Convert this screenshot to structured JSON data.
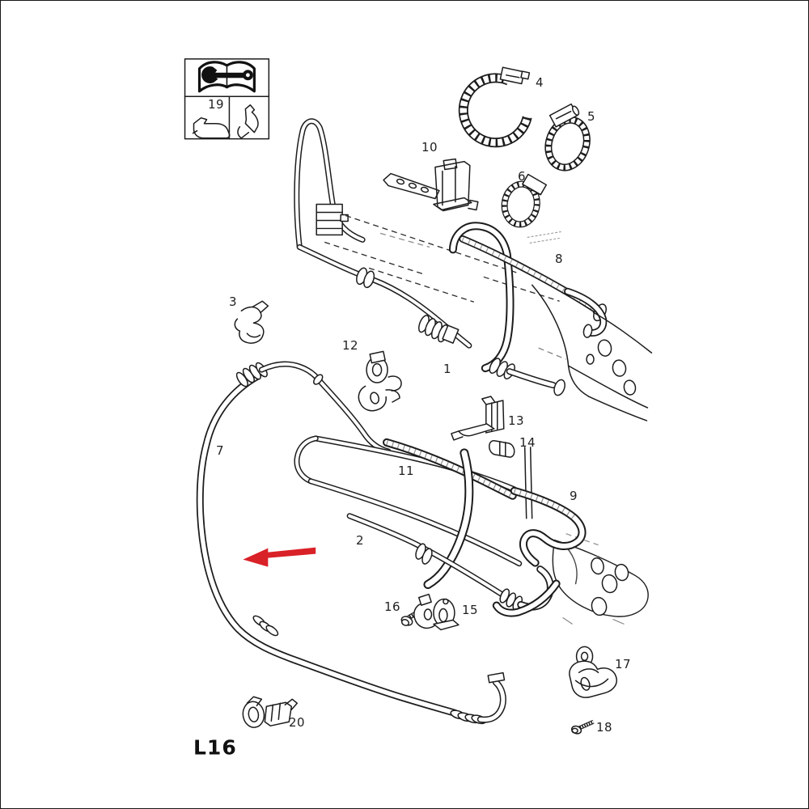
{
  "figure": {
    "background_color": "#ffffff",
    "line_color": "#1c1c1c",
    "arrow_color": "#d92128",
    "border_color": "#161616"
  },
  "legend_box": {
    "ref_number": "19",
    "icons": [
      "open-book-wrench-icon",
      "oil-drain-pan-icon",
      "oil-bottle-icon"
    ]
  },
  "callouts": {
    "c1": "1",
    "c2": "2",
    "c3": "3",
    "c4": "4",
    "c5": "5",
    "c6": "6",
    "c7": "7",
    "c8": "8",
    "c9": "9",
    "c10": "10",
    "c11": "11",
    "c12": "12",
    "c13": "13",
    "c14": "14",
    "c15": "15",
    "c16": "16",
    "c17": "17",
    "c18": "18",
    "c20": "20"
  },
  "footer": {
    "diagram_code": "L16"
  }
}
